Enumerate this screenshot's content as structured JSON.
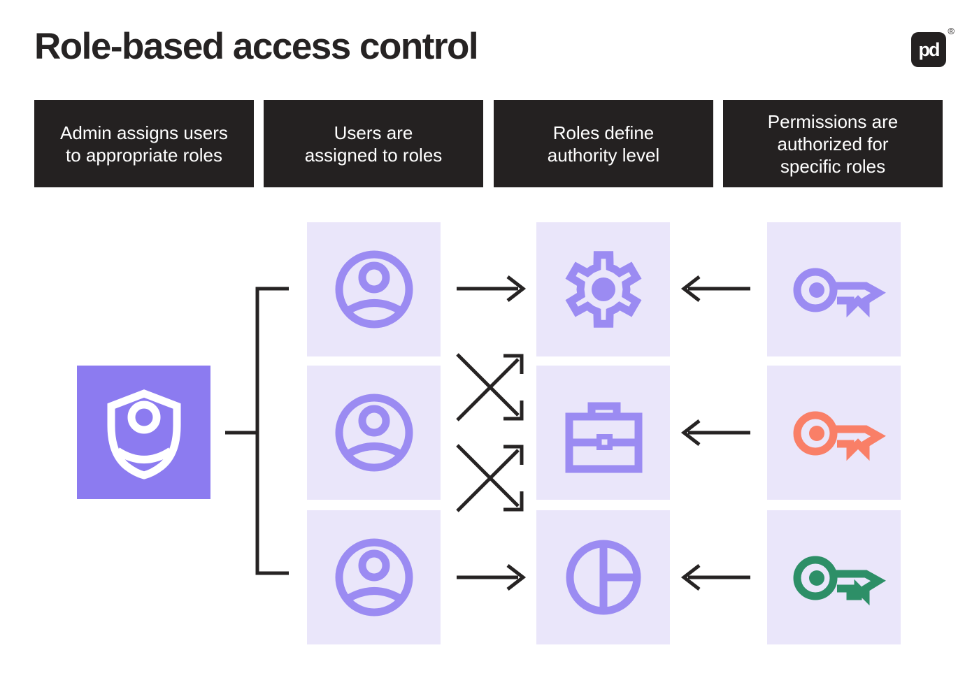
{
  "header": {
    "title": "Role-based access control",
    "logo_text": "pd",
    "logo_registered": "®"
  },
  "steps": [
    {
      "label": "Admin assigns users\nto appropriate roles"
    },
    {
      "label": "Users are\nassigned to roles"
    },
    {
      "label": "Roles define\nauthority level"
    },
    {
      "label": "Permissions are\nauthorized for\nspecific roles"
    }
  ],
  "colors": {
    "ink": "#262323",
    "step_box_bg": "#242121",
    "step_box_text": "#FFFFFF",
    "admin_tile_bg": "#8C7BF0",
    "tile_bg": "#EAE6FA",
    "icon_purple": "#9B8BF2",
    "key_coral": "#F97F67",
    "key_green": "#2D8F67",
    "white": "#FFFFFF"
  },
  "diagram": {
    "admin": {
      "icon": "shield-user-icon"
    },
    "users": [
      {
        "icon": "user-icon"
      },
      {
        "icon": "user-icon"
      },
      {
        "icon": "user-icon"
      }
    ],
    "roles": [
      {
        "icon": "gear-icon"
      },
      {
        "icon": "briefcase-icon"
      },
      {
        "icon": "pie-chart-icon"
      }
    ],
    "permissions": [
      {
        "icon": "key-icon",
        "color": "#9B8BF2"
      },
      {
        "icon": "key-icon",
        "color": "#F97F67"
      },
      {
        "icon": "key-icon",
        "color": "#2D8F67"
      }
    ],
    "arrows": [
      "admin → user-1",
      "admin → user-2",
      "admin → user-3",
      "user-1 → role-1",
      "user-1 → role-2",
      "user-2 → role-1",
      "user-2 → role-3",
      "user-3 → role-2",
      "user-3 → role-3",
      "permission-1 → role-1",
      "permission-2 → role-2",
      "permission-3 → role-3"
    ]
  }
}
